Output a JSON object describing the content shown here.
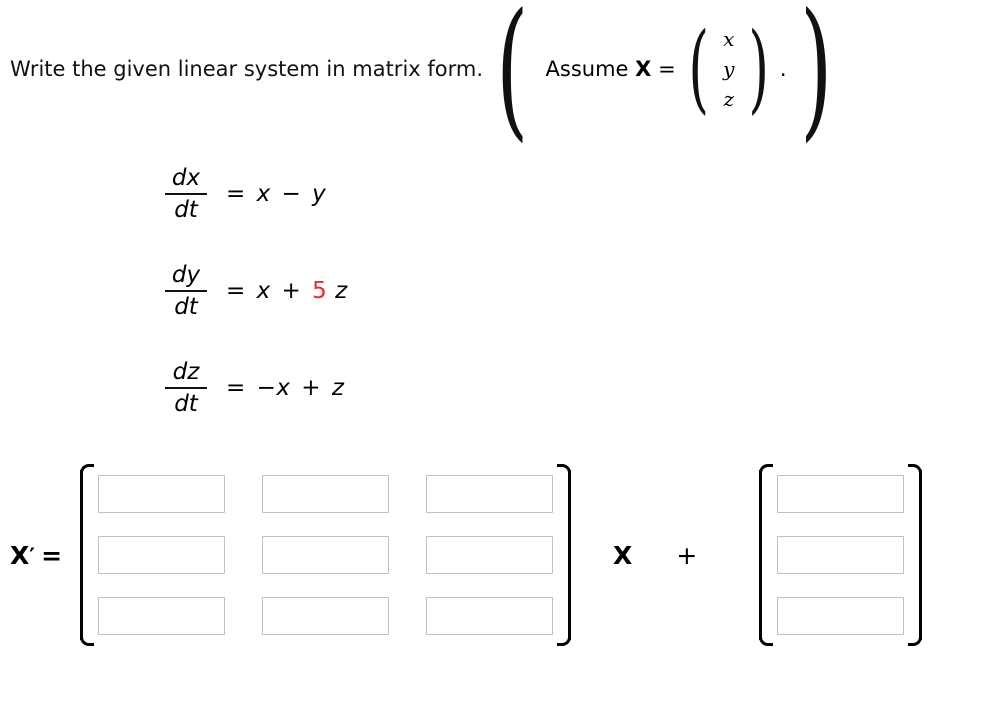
{
  "page": {
    "background_color": "#ffffff",
    "text_color": "#000000",
    "highlight_color": "#ee2b20",
    "box_border_color": "#c0c0c0"
  },
  "prompt": {
    "instruction": "Write the given linear system in matrix form.",
    "assume_label_prefix": "Assume",
    "assume_variable": "X",
    "assume_equals": "=",
    "assume_vector": [
      "x",
      "y",
      "z"
    ],
    "assume_period": ".",
    "open_paren": "(",
    "close_paren": ")"
  },
  "system": {
    "equations": [
      {
        "numerator": "dx",
        "denominator": "dt",
        "equals": "=",
        "rhs_tokens": [
          {
            "text": "x",
            "style": "var"
          },
          {
            "text": "−",
            "style": "op"
          },
          {
            "text": "y",
            "style": "var"
          }
        ],
        "rhs_plain": "x − y"
      },
      {
        "numerator": "dy",
        "denominator": "dt",
        "equals": "=",
        "rhs_tokens": [
          {
            "text": "x",
            "style": "var"
          },
          {
            "text": "+",
            "style": "op"
          },
          {
            "text": "5",
            "style": "highlight"
          },
          {
            "text": "z",
            "style": "var"
          }
        ],
        "rhs_plain": "x + 5z"
      },
      {
        "numerator": "dz",
        "denominator": "dt",
        "equals": "=",
        "rhs_tokens": [
          {
            "text": "−x",
            "style": "var"
          },
          {
            "text": "+",
            "style": "op"
          },
          {
            "text": "z",
            "style": "var"
          }
        ],
        "rhs_plain": "−x + z"
      }
    ]
  },
  "answer": {
    "lhs_label": "X′ =",
    "lhs_variable": "X",
    "lhs_prime": "′",
    "lhs_equals": "=",
    "multiply_variable": "X",
    "plus_operator": "+",
    "coefficient_matrix": {
      "rows": 3,
      "cols": 3,
      "values": [
        [
          "",
          "",
          ""
        ],
        [
          "",
          "",
          ""
        ],
        [
          "",
          "",
          ""
        ]
      ],
      "placeholders": [
        [
          "",
          "",
          ""
        ],
        [
          "",
          "",
          ""
        ],
        [
          "",
          "",
          ""
        ]
      ]
    },
    "forcing_vector": {
      "rows": 3,
      "cols": 1,
      "values": [
        "",
        "",
        ""
      ],
      "placeholders": [
        "",
        "",
        ""
      ]
    }
  }
}
